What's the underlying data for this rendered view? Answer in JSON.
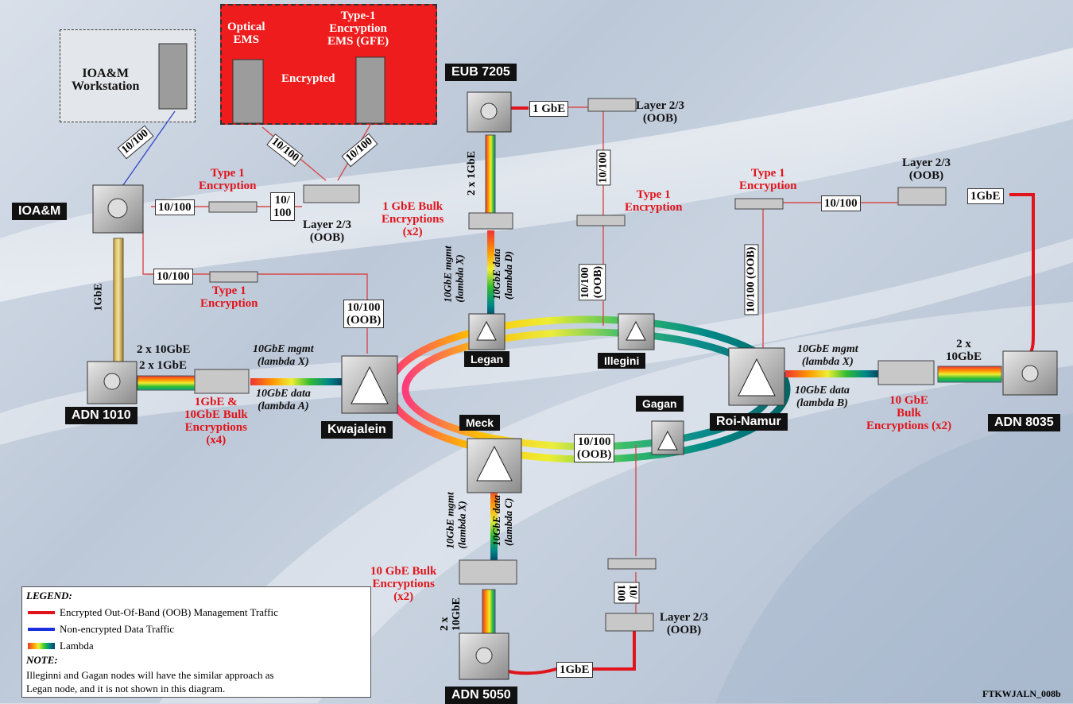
{
  "colors": {
    "oob": "#e1141b",
    "data": "#1b2ee0",
    "encryption_box": "#ee1c1c"
  },
  "enclaves": {
    "ems": {
      "optical": "Optical\nEMS",
      "type1": "Type-1\nEncryption\nEMS (GFE)",
      "encrypted": "Encrypted"
    },
    "workstation": {
      "label": "IOA&M\nWorkstation"
    }
  },
  "nodes": {
    "ioam": "IOA&M",
    "adn1010": "ADN 1010",
    "eub": "EUB 7205",
    "adn8035": "ADN 8035",
    "adn5050": "ADN 5050",
    "kwajalein": "Kwajalein",
    "legan": "Legan",
    "illegini": "Illegini",
    "roi": "Roi-Namur",
    "meck": "Meck",
    "gagan": "Gagan"
  },
  "labels": {
    "link_1010_ioam": "10/100",
    "link_1010_left": "10/100",
    "link_ems_a": "10/100",
    "link_ems_b": "10/100",
    "ioam_enc": "10/100",
    "ioam_oob": "10/100",
    "ten_100": "10/\n100",
    "layer23_a": "Layer 2/3\n(OOB)",
    "type1_a": "Type 1\nEncryption",
    "type1_b": "Type 1\nEncryption",
    "kwaj_oob": "10/100\n(OOB)",
    "onegbe_ioam": "1GbE",
    "twox10gbe": "2 x 10GbE",
    "twox1gbe": "2 x 1GbE",
    "bulk_a": "1GbE &\n10GbE Bulk\nEncryptions\n(x4)",
    "kwaj_mgmt": "10GbE mgmt\n(lambda X)",
    "kwaj_data": "10GbE data\n(lambda A)",
    "eub_1gbe": "1 GbE",
    "layer23_b": "Layer 2/3\n(OOB)",
    "eub_10_100": "10/100",
    "eub_2x1gbe": "2 x 1GbE",
    "bulk_b": "1 GbE Bulk\nEncryptions\n(x2)",
    "legan_mgmt": "10GbE mgmt\n(lambda X)",
    "legan_data": "10GbE data\n(lambda D)",
    "type1_c": "Type 1\nEncryption",
    "illegini_oob": "10/100\n(OOB)",
    "type1_d": "Type 1\nEncryption",
    "roi_oob": "10/100 (OOB)",
    "roi_10_100": "10/100",
    "layer23_c": "Layer 2/3\n(OOB)",
    "onegbe_8035": "1GbE",
    "twox10gbe_b": "2 x\n10GbE",
    "roi_mgmt": "10GbE mgmt\n(lambda X)",
    "roi_data": "10GbE data\n(lambda B)",
    "bulk_c": "10 GbE\nBulk\nEncryptions (x2)",
    "meck_oob": "10/100\n(OOB)",
    "meck_mgmt": "10GbE mgmt\n(lambda X)",
    "meck_data": "10GbE data\n(lambda C)",
    "bulk_d": "10 GbE Bulk\nEncryptions\n(x2)",
    "twox10gbe_c": "2 x\n10GbE",
    "layer23_d": "Layer 2/3\n(OOB)",
    "ten100_rot": "10/\n100",
    "onegbe_5050": "1GbE"
  },
  "legend": {
    "heading": "LEGEND:",
    "items": [
      {
        "label": "Encrypted Out-Of-Band (OOB) Management Traffic",
        "swatch": "oob"
      },
      {
        "label": "Non-encrypted Data Traffic",
        "swatch": "data"
      },
      {
        "label": "Lambda",
        "swatch": "lambda"
      }
    ],
    "note_heading": "NOTE:",
    "note": "Illeginni and Gagan nodes will have the similar approach as\nLegan node, and it is not shown in this diagram."
  },
  "figure_id": "FTKWJALN_008b"
}
